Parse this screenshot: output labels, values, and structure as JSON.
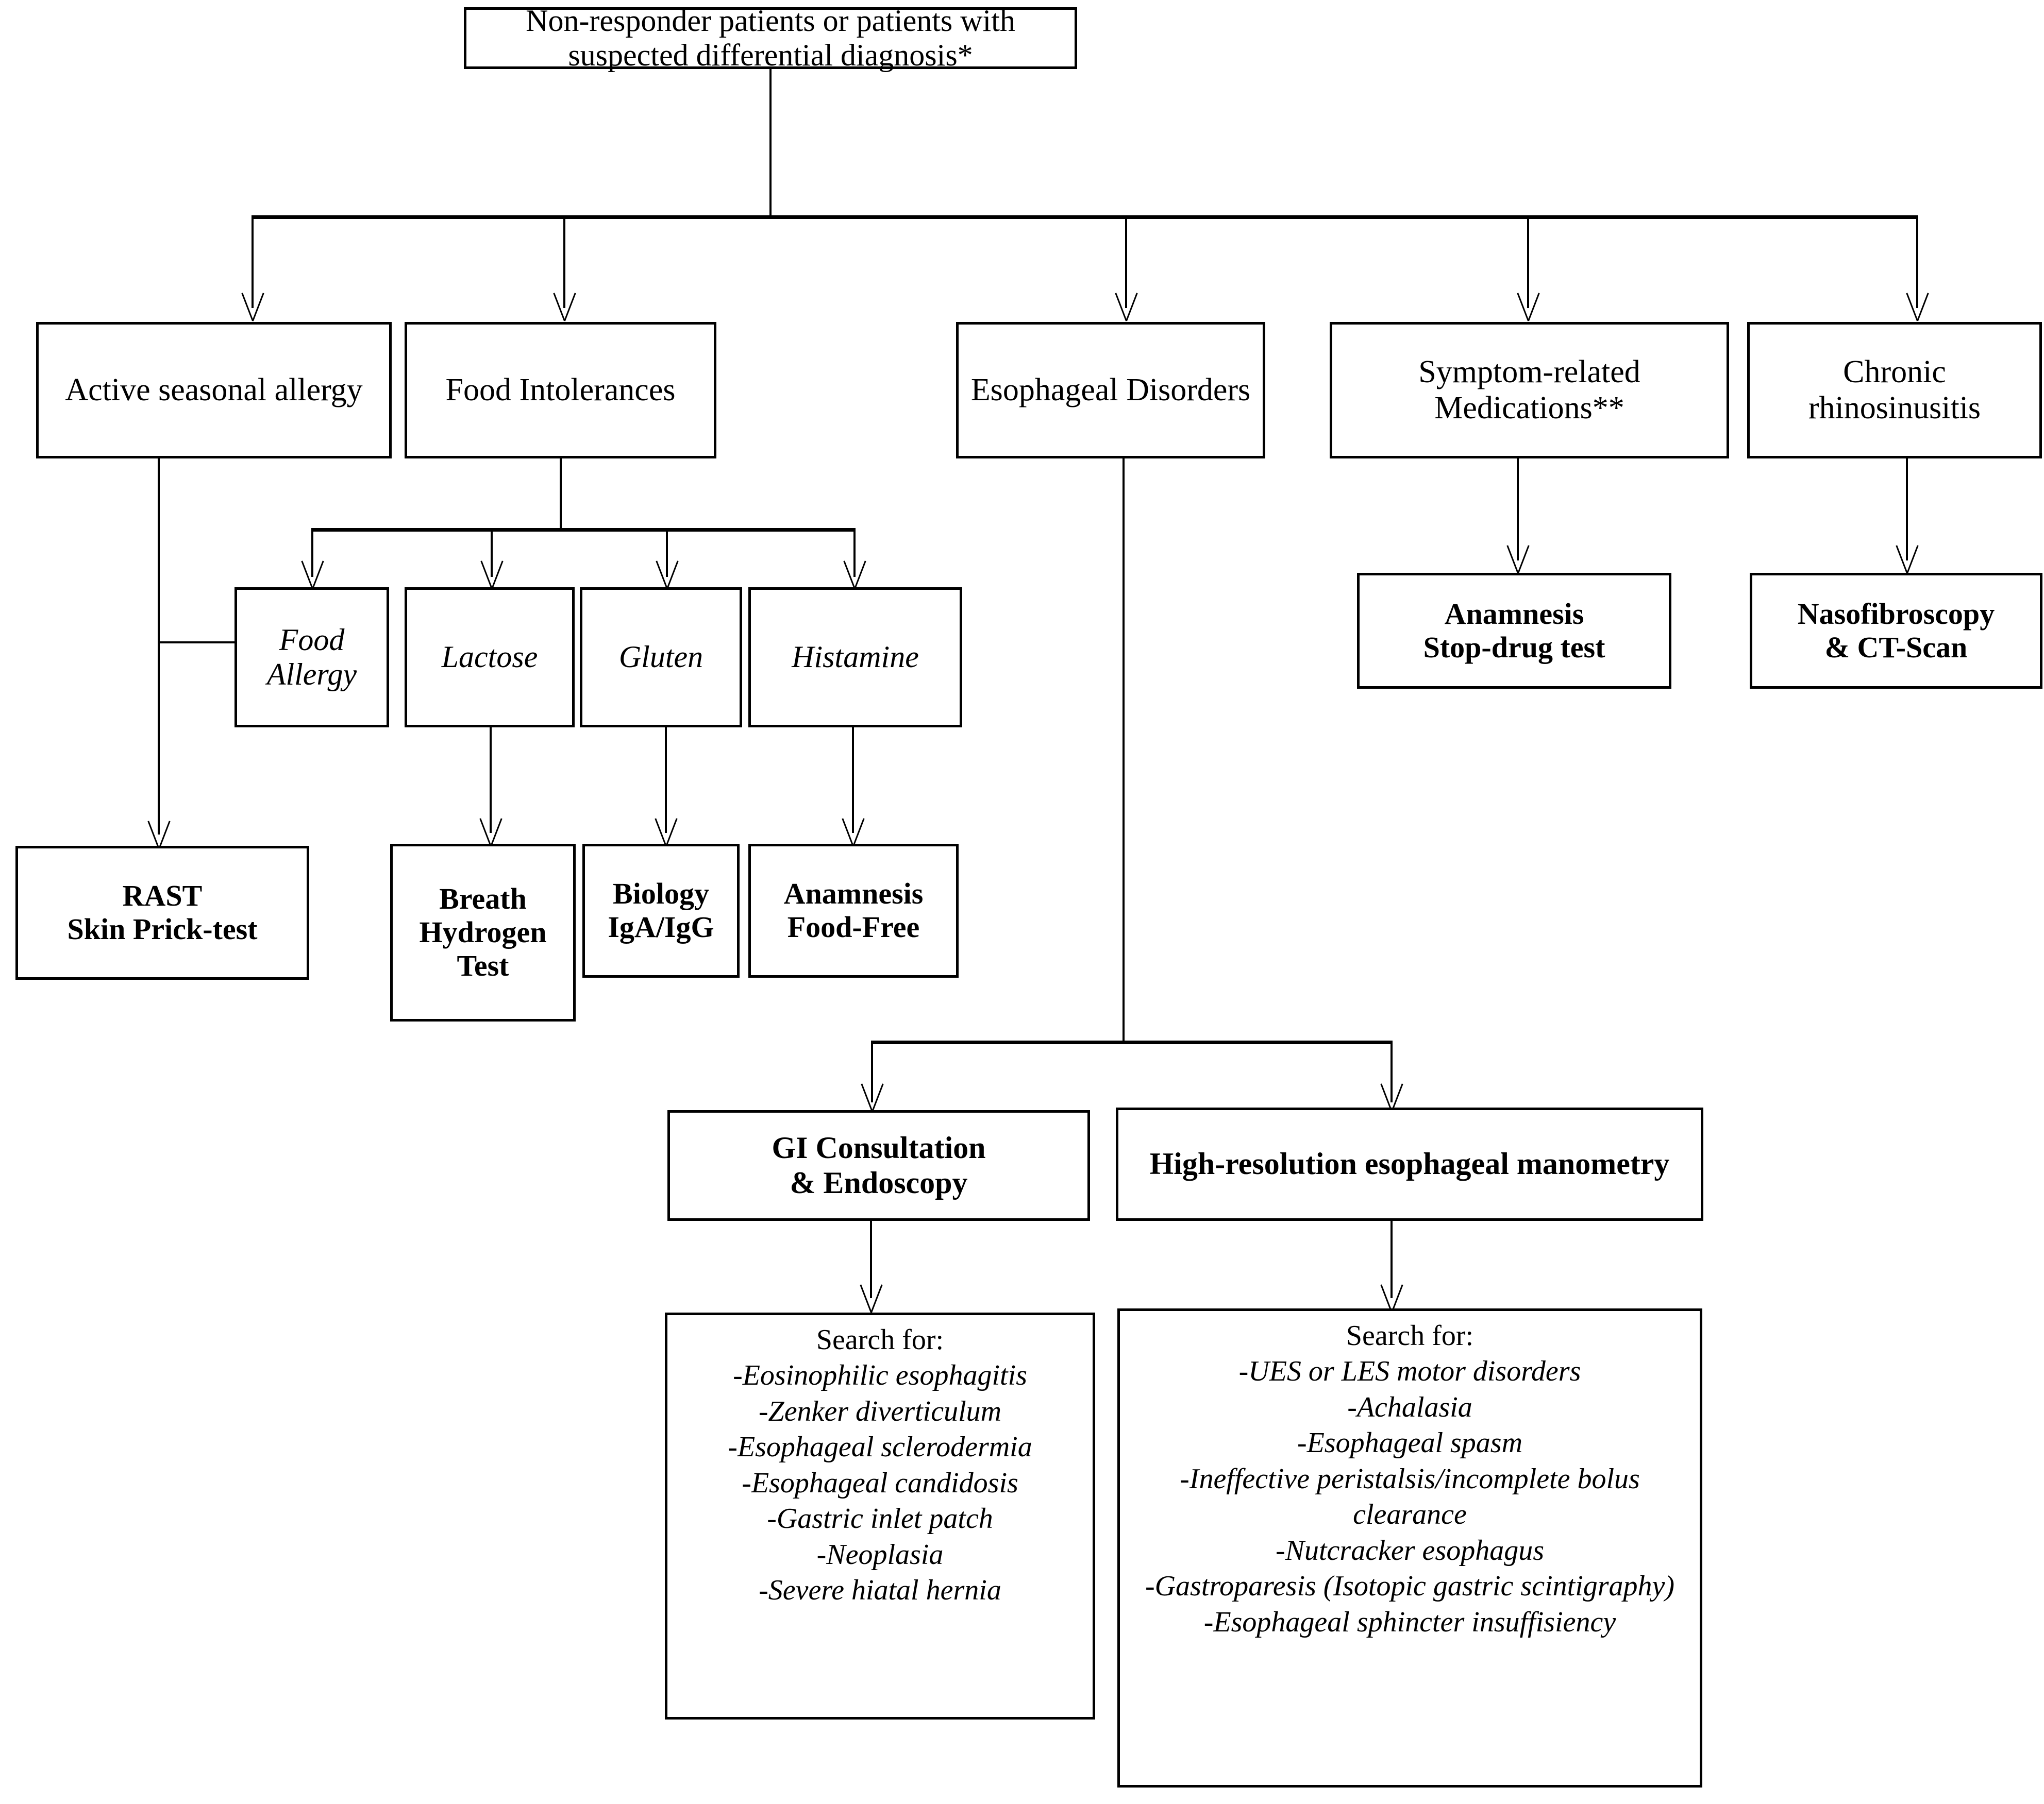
{
  "diagram": {
    "title_node": {
      "label": "Non-responder patients or patients with suspected differential diagnosis*"
    },
    "level2": [
      {
        "id": "active-seasonal-allergy",
        "label": "Active seasonal allergy"
      },
      {
        "id": "food-intolerances",
        "label": "Food Intolerances"
      },
      {
        "id": "esophageal-disorders",
        "label": "Esophageal Disorders"
      },
      {
        "id": "symptom-related-medications",
        "label": "Symptom-related Medications**"
      },
      {
        "id": "chronic-rhinosinusitis",
        "label": "Chronic rhinosinusitis"
      }
    ],
    "intolerance_types": [
      {
        "id": "food-allergy",
        "label": "Food Allergy"
      },
      {
        "id": "lactose",
        "label": "Lactose"
      },
      {
        "id": "gluten",
        "label": "Gluten"
      },
      {
        "id": "histamine",
        "label": "Histamine"
      }
    ],
    "tests": [
      {
        "id": "rast-skin-prick-test",
        "label": "RAST\nSkin Prick-test"
      },
      {
        "id": "breath-hydrogen-test",
        "label": "Breath\nHydrogen\nTest"
      },
      {
        "id": "biology-iga-igg",
        "label": "Biology\nIgA/IgG"
      },
      {
        "id": "anamnesis-food-free",
        "label": "Anamnesis\nFood-Free"
      },
      {
        "id": "anamnesis-stop-drug-test",
        "label": "Anamnesis\nStop-drug test"
      },
      {
        "id": "nasofibroscopy-ct-scan",
        "label": "Nasofibroscopy\n& CT-Scan"
      }
    ],
    "esophageal_branches": [
      {
        "id": "gi-consultation-endoscopy",
        "label": "GI Consultation\n& Endoscopy"
      },
      {
        "id": "high-resolution-esophageal-manometry",
        "label": "High-resolution esophageal manometry"
      }
    ],
    "search_lists": [
      {
        "id": "search-for-endoscopy",
        "heading": "Search for:",
        "items": [
          "-Eosinophilic esophagitis",
          "-Zenker diverticulum",
          "-Esophageal sclerodermia",
          "-Esophageal candidosis",
          "-Gastric inlet patch",
          "-Neoplasia",
          "-Severe hiatal hernia"
        ]
      },
      {
        "id": "search-for-manometry",
        "heading": "Search for:",
        "items": [
          "-UES or LES motor disorders",
          "-Achalasia",
          "-Esophageal spasm",
          "-Ineffective peristalsis/incomplete bolus clearance",
          "-Nutcracker esophagus",
          "-Gastroparesis (Isotopic gastric scintigraphy)",
          "-Esophageal sphincter insuffisiency"
        ]
      }
    ],
    "colors": {
      "stroke": "#000000",
      "fill": "#ffffff",
      "text": "#000000"
    }
  }
}
